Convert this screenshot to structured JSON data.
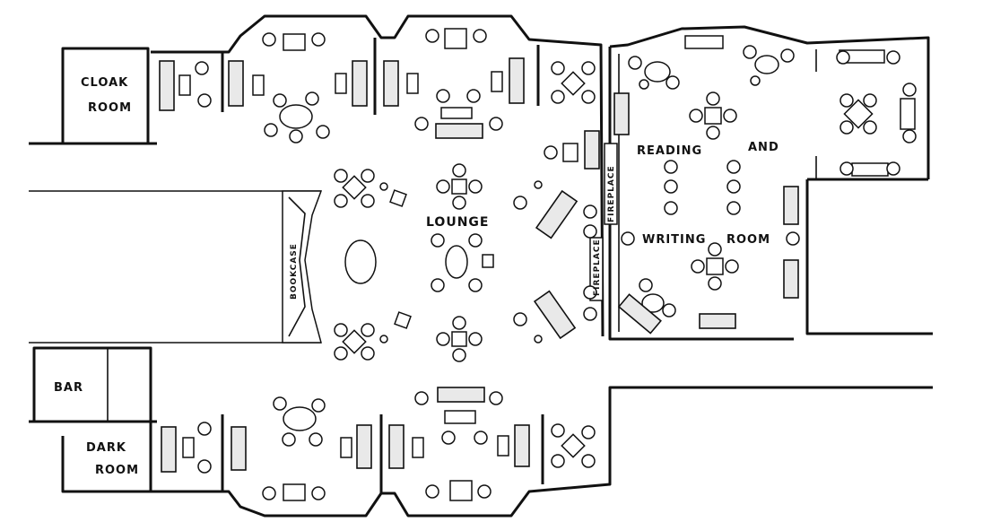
{
  "rooms": {
    "cloak": [
      "CLOAK",
      "ROOM"
    ],
    "bar": "BAR",
    "dark": [
      "DARK",
      "ROOM"
    ],
    "lounge": "LOUNGE",
    "reading": [
      "READING",
      "AND"
    ],
    "writing": "WRITING",
    "writing_room": "ROOM"
  },
  "fixtures": {
    "bookcase": "BOOKCASE",
    "fireplace": "FIREPLACE",
    "fireplace2": "FIREPLACE"
  }
}
